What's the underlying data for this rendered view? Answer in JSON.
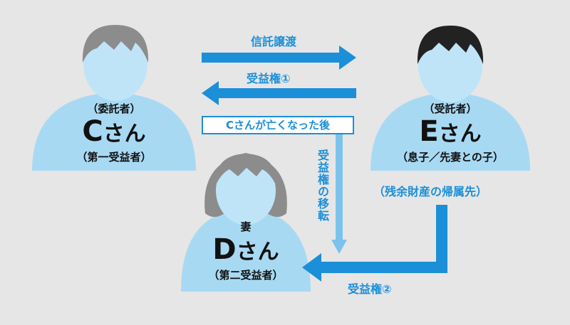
{
  "person_c": {
    "role": "（委託者）",
    "name": "C",
    "suffix": "さん",
    "sub": "（第一受益者）"
  },
  "person_e": {
    "role": "（受託者）",
    "name": "E",
    "suffix": "さん",
    "sub": "（息子／先妻との子）"
  },
  "person_d": {
    "role": "妻",
    "name": "D",
    "suffix": "さん",
    "sub": "（第二受益者）"
  },
  "labels": {
    "trust_transfer": "信託譲渡",
    "beneficiary_right_1": "受益権①",
    "after_death": "Cさんが亡くなった後",
    "right_transfer": "受益権の移転",
    "residual": "（残余財産の帰属先）",
    "beneficiary_right_2": "受益権②"
  },
  "colors": {
    "background": "#e6e6e6",
    "body": "#a8d9f3",
    "skin": "#bfe4f8",
    "hair_gray": "#8c8c8c",
    "hair_dark": "#222222",
    "arrow": "#1b8fd8",
    "arrow_light": "#7cc3ec"
  }
}
